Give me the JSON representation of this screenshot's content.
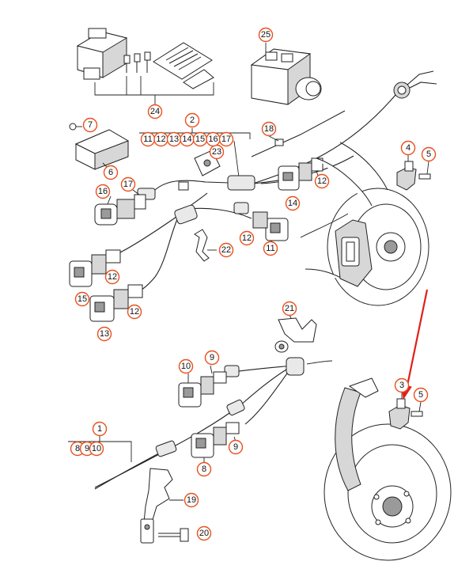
{
  "diagram": {
    "accent_color": "#e8501e",
    "pointer_color": "#e0201a",
    "callouts": {
      "c25": "25",
      "c24": "24",
      "c7": "7",
      "c6": "6",
      "c2": "2",
      "g2": [
        "11",
        "12",
        "13",
        "14",
        "15",
        "16",
        "17"
      ],
      "c18": "18",
      "c23": "23",
      "c4": "4",
      "c5a": "5",
      "c12a": "12",
      "c14": "14",
      "c16": "16",
      "c17": "17",
      "c12b": "12",
      "c11": "11",
      "c22": "22",
      "c12c": "12",
      "c15": "15",
      "c12d": "12",
      "c13": "13",
      "c21": "21",
      "c10": "10",
      "c9a": "9",
      "c3": "3",
      "c5b": "5",
      "c1": "1",
      "g1": [
        "8",
        "9",
        "10"
      ],
      "c9b": "9",
      "c8": "8",
      "c19": "19",
      "c20": "20"
    },
    "icons": [
      "abs-control-unit-icon",
      "airbag-module-icon",
      "brake-disc-icon",
      "wheel-speed-sensor-icon",
      "wiring-harness-icon",
      "connector-icon"
    ]
  }
}
